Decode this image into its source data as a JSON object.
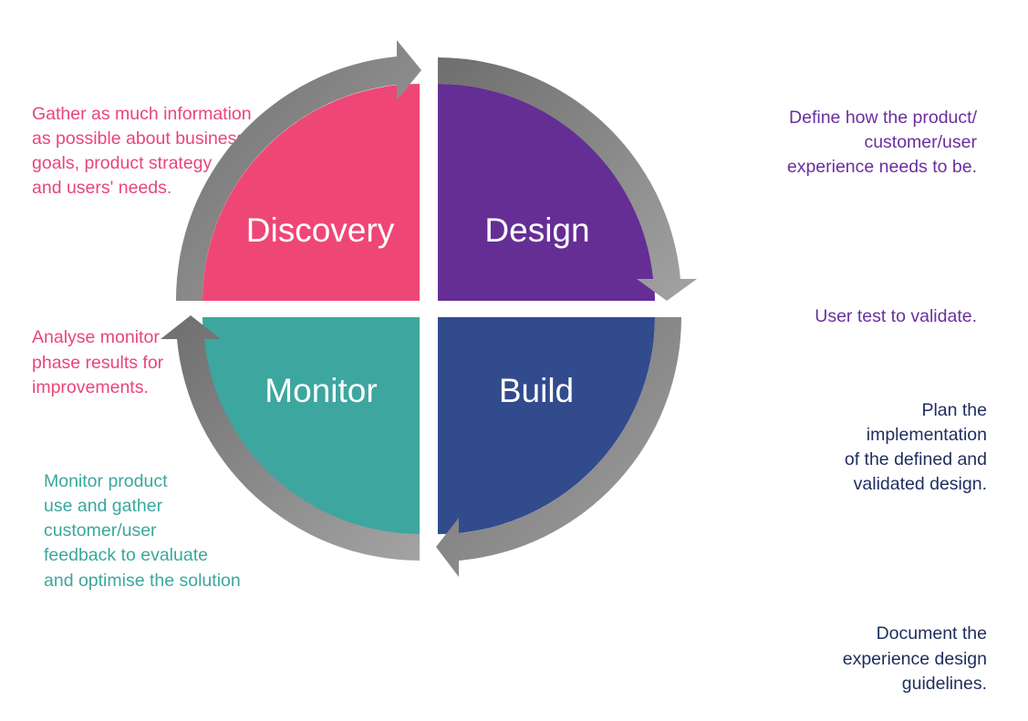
{
  "colors": {
    "discovery": "#ee4776",
    "design": "#652e95",
    "build": "#324b8d",
    "monitor": "#3da69f",
    "arrow": "#7c7c7c"
  },
  "phases": {
    "discovery": {
      "label": "Discovery",
      "note": [
        "Gather as much information\nas possible about business\ngoals, product strategy\nand users' needs.",
        "Analyse monitor\nphase results for\nimprovements."
      ]
    },
    "design": {
      "label": "Design",
      "note": [
        "Define how the product/\ncustomer/user\nexperience needs to be.",
        "User test to validate."
      ]
    },
    "build": {
      "label": "Build",
      "note": [
        "Plan the\nimplementation\nof the defined and\nvalidated design.",
        "Document the\nexperience design\nguidelines."
      ]
    },
    "monitor": {
      "label": "Monitor",
      "note": [
        "Monitor product\nuse and gather\ncustomer/user\nfeedback to evaluate\nand optimise the solution"
      ]
    }
  }
}
